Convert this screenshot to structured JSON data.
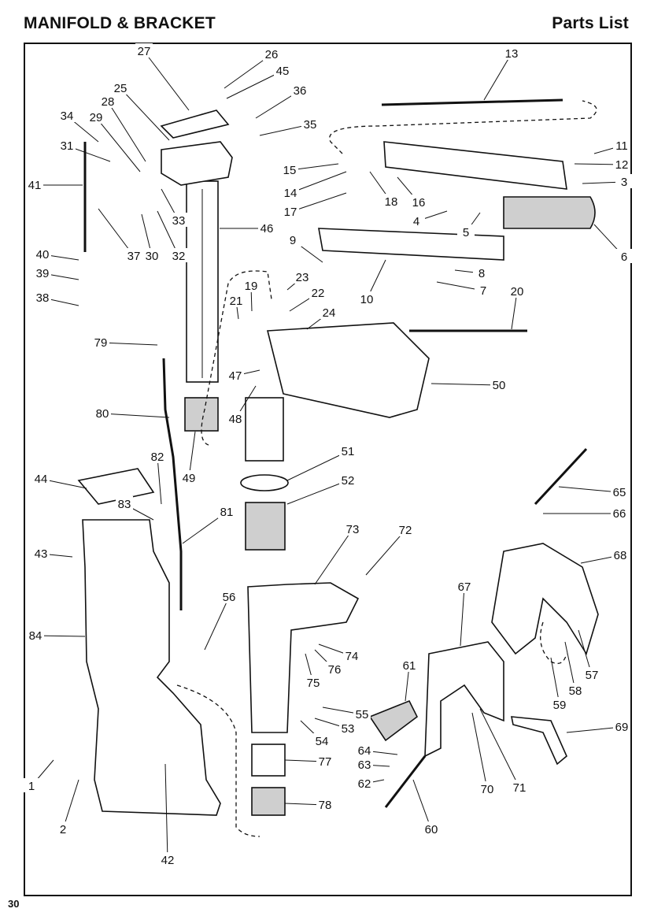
{
  "header": {
    "title": "MANIFOLD & BRACKET",
    "section": "Parts List"
  },
  "page_number": "30",
  "callouts": [
    "1",
    "2",
    "3",
    "4",
    "5",
    "6",
    "7",
    "8",
    "9",
    "10",
    "11",
    "12",
    "13",
    "14",
    "15",
    "16",
    "17",
    "18",
    "19",
    "20",
    "21",
    "22",
    "23",
    "24",
    "25",
    "26",
    "27",
    "28",
    "29",
    "30",
    "31",
    "32",
    "33",
    "34",
    "35",
    "36",
    "37",
    "38",
    "39",
    "40",
    "41",
    "42",
    "43",
    "44",
    "45",
    "46",
    "47",
    "48",
    "49",
    "50",
    "51",
    "52",
    "53",
    "54",
    "55",
    "56",
    "57",
    "58",
    "59",
    "60",
    "61",
    "62",
    "63",
    "64",
    "65",
    "66",
    "67",
    "68",
    "69",
    "70",
    "71",
    "72",
    "73",
    "74",
    "75",
    "76",
    "77",
    "78",
    "79",
    "80",
    "81",
    "82",
    "83",
    "84"
  ]
}
